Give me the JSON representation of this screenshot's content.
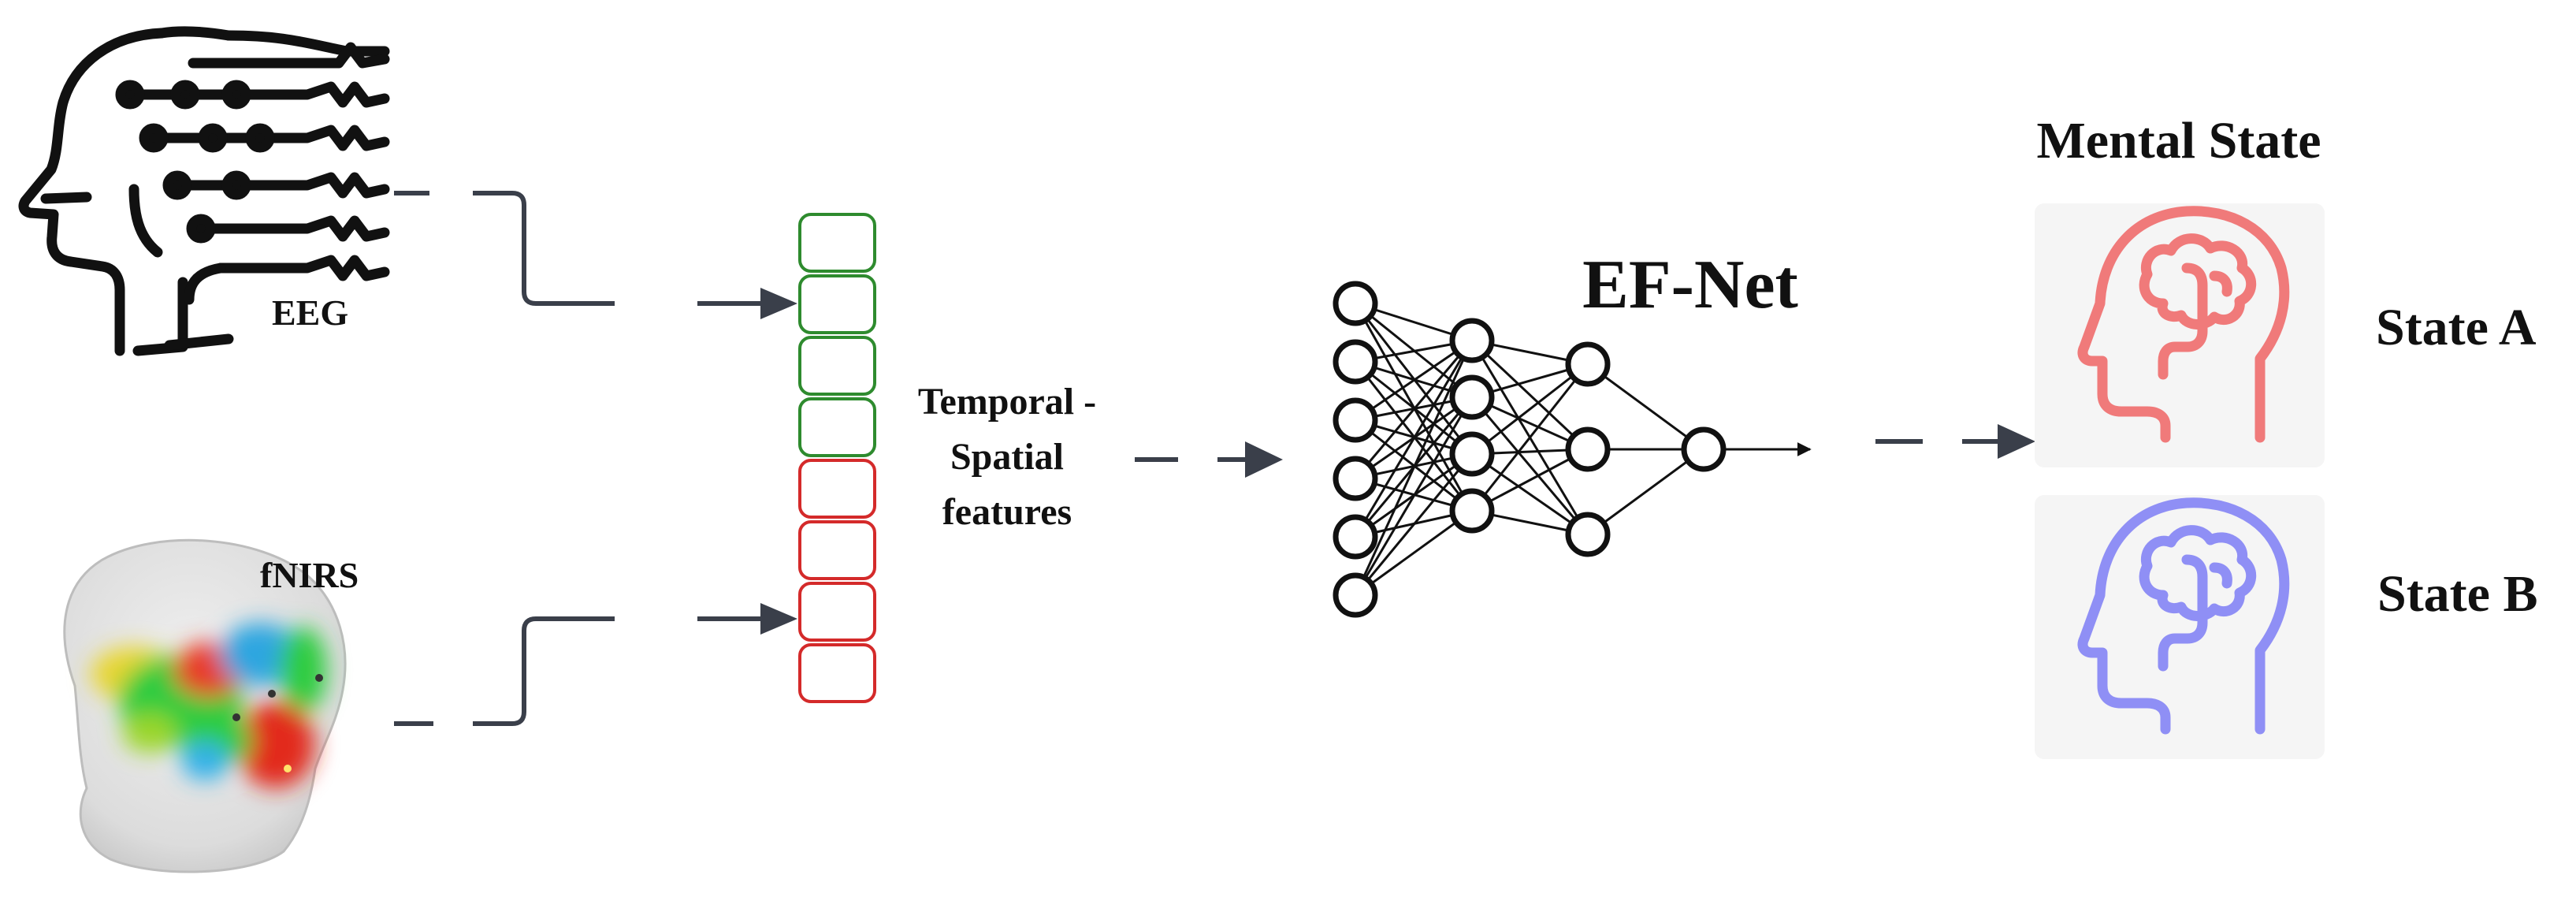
{
  "labels": {
    "eeg": "EEG",
    "fnirs": "fNIRS",
    "features_line1": "Temporal -",
    "features_line2": "Spatial",
    "features_line3": "features",
    "model": "EF-Net",
    "output_title": "Mental State",
    "state_a": "State A",
    "state_b": "State B"
  },
  "feature_vector": {
    "eeg_cells": 4,
    "fnirs_cells": 4,
    "eeg_color": "#2e8b2e",
    "fnirs_color": "#d42a2a"
  },
  "network": {
    "layers": [
      6,
      4,
      3,
      1
    ]
  },
  "colors": {
    "arrow": "#3a3f4a",
    "line": "#111111",
    "state_a_head": "#f07a7a",
    "state_b_head": "#8f8ff5",
    "state_card": "#f5f5f5"
  },
  "icons": {
    "eeg": "head-circuit-icon",
    "fnirs": "brain-activation-map-icon",
    "state_a": "head-brain-icon",
    "state_b": "head-brain-icon"
  }
}
